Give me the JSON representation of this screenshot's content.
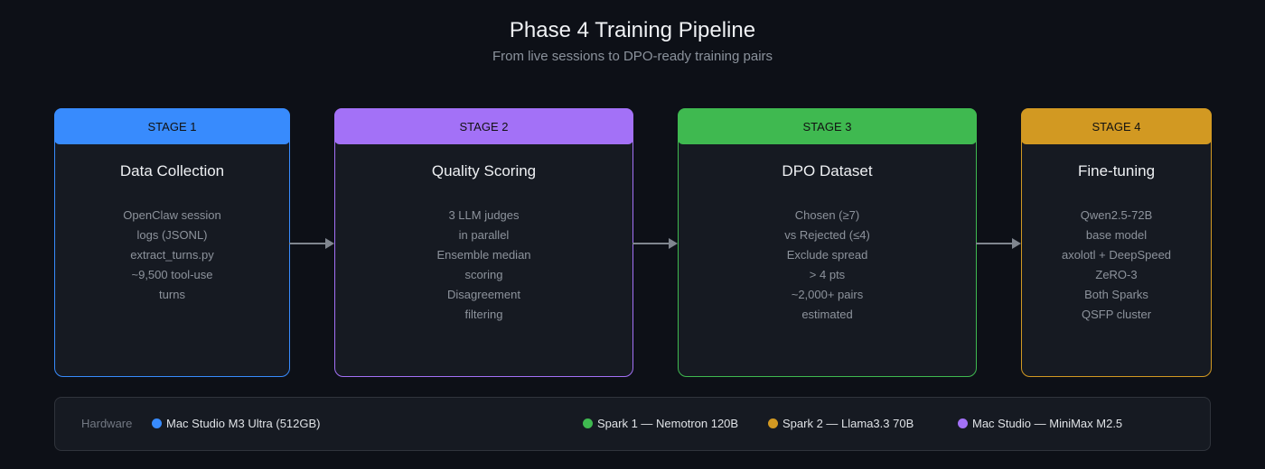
{
  "title": "Phase 4 Training Pipeline",
  "subtitle": "From live sessions to DPO-ready training pairs",
  "stages": [
    {
      "label": "STAGE 1",
      "title": "Data Collection",
      "color": "#388bfd",
      "lines": [
        "OpenClaw session",
        "logs (JSONL)",
        "extract_turns.py",
        "~9,500 tool-use",
        "turns"
      ]
    },
    {
      "label": "STAGE 2",
      "title": "Quality Scoring",
      "color": "#a371f7",
      "lines": [
        "3 LLM judges",
        "in parallel",
        "Ensemble median",
        "scoring",
        "Disagreement",
        "filtering"
      ]
    },
    {
      "label": "STAGE 3",
      "title": "DPO Dataset",
      "color": "#3fb950",
      "lines": [
        "Chosen (≥7)",
        "vs Rejected (≤4)",
        "Exclude spread",
        "> 4 pts",
        "~2,000+ pairs",
        "estimated"
      ]
    },
    {
      "label": "STAGE 4",
      "title": "Fine-tuning",
      "color": "#d29922",
      "lines": [
        "Qwen2.5-72B",
        "base model",
        "axolotl + DeepSpeed",
        "ZeRO-3",
        "Both Sparks",
        "QSFP cluster"
      ]
    }
  ],
  "footer": {
    "label": "Hardware",
    "items": [
      {
        "text": "Mac Studio M3 Ultra (512GB)",
        "color": "#388bfd"
      },
      {
        "text": "Spark 1 — Nemotron 120B",
        "color": "#3fb950"
      },
      {
        "text": "Spark 2 — Llama3.3 70B",
        "color": "#d29922"
      },
      {
        "text": "Mac Studio — MiniMax M2.5",
        "color": "#a371f7"
      }
    ]
  }
}
